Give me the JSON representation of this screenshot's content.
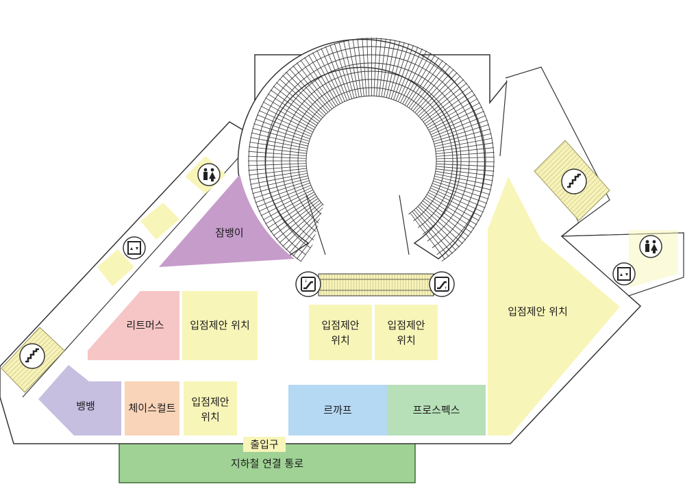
{
  "floor_map": {
    "stores": {
      "jambaengi": "잠뱅이",
      "litmus": "리트머스",
      "vacant_1": "입점제안 위치",
      "vacant_2_line1": "입점제안",
      "vacant_2_line2": "위치",
      "vacant_3_line1": "입점제안",
      "vacant_3_line2": "위치",
      "vacant_4": "입점제안 위치",
      "bbangbbang": "뱅뱅",
      "chase_culture": "체이스컬트",
      "vacant_5_line1": "입점제안",
      "vacant_5_line2": "위치",
      "lecaf": "르까프",
      "prospecs": "프로스펙스"
    },
    "entrance": "출입구",
    "subway_passage": "지하철 연결 통로",
    "icons": [
      "restroom-icon",
      "elevator-icon",
      "stairs-icon",
      "escalator-down-icon",
      "escalator-up-icon"
    ],
    "colors": {
      "purple": "#c69ccb",
      "pink": "#f6c5c5",
      "yellow": "#f8f5b8",
      "lavender": "#c6bfe0",
      "peach": "#f9d4b8",
      "blue": "#b5d8f3",
      "mint": "#b7dfb8",
      "green": "#9fd294"
    }
  }
}
